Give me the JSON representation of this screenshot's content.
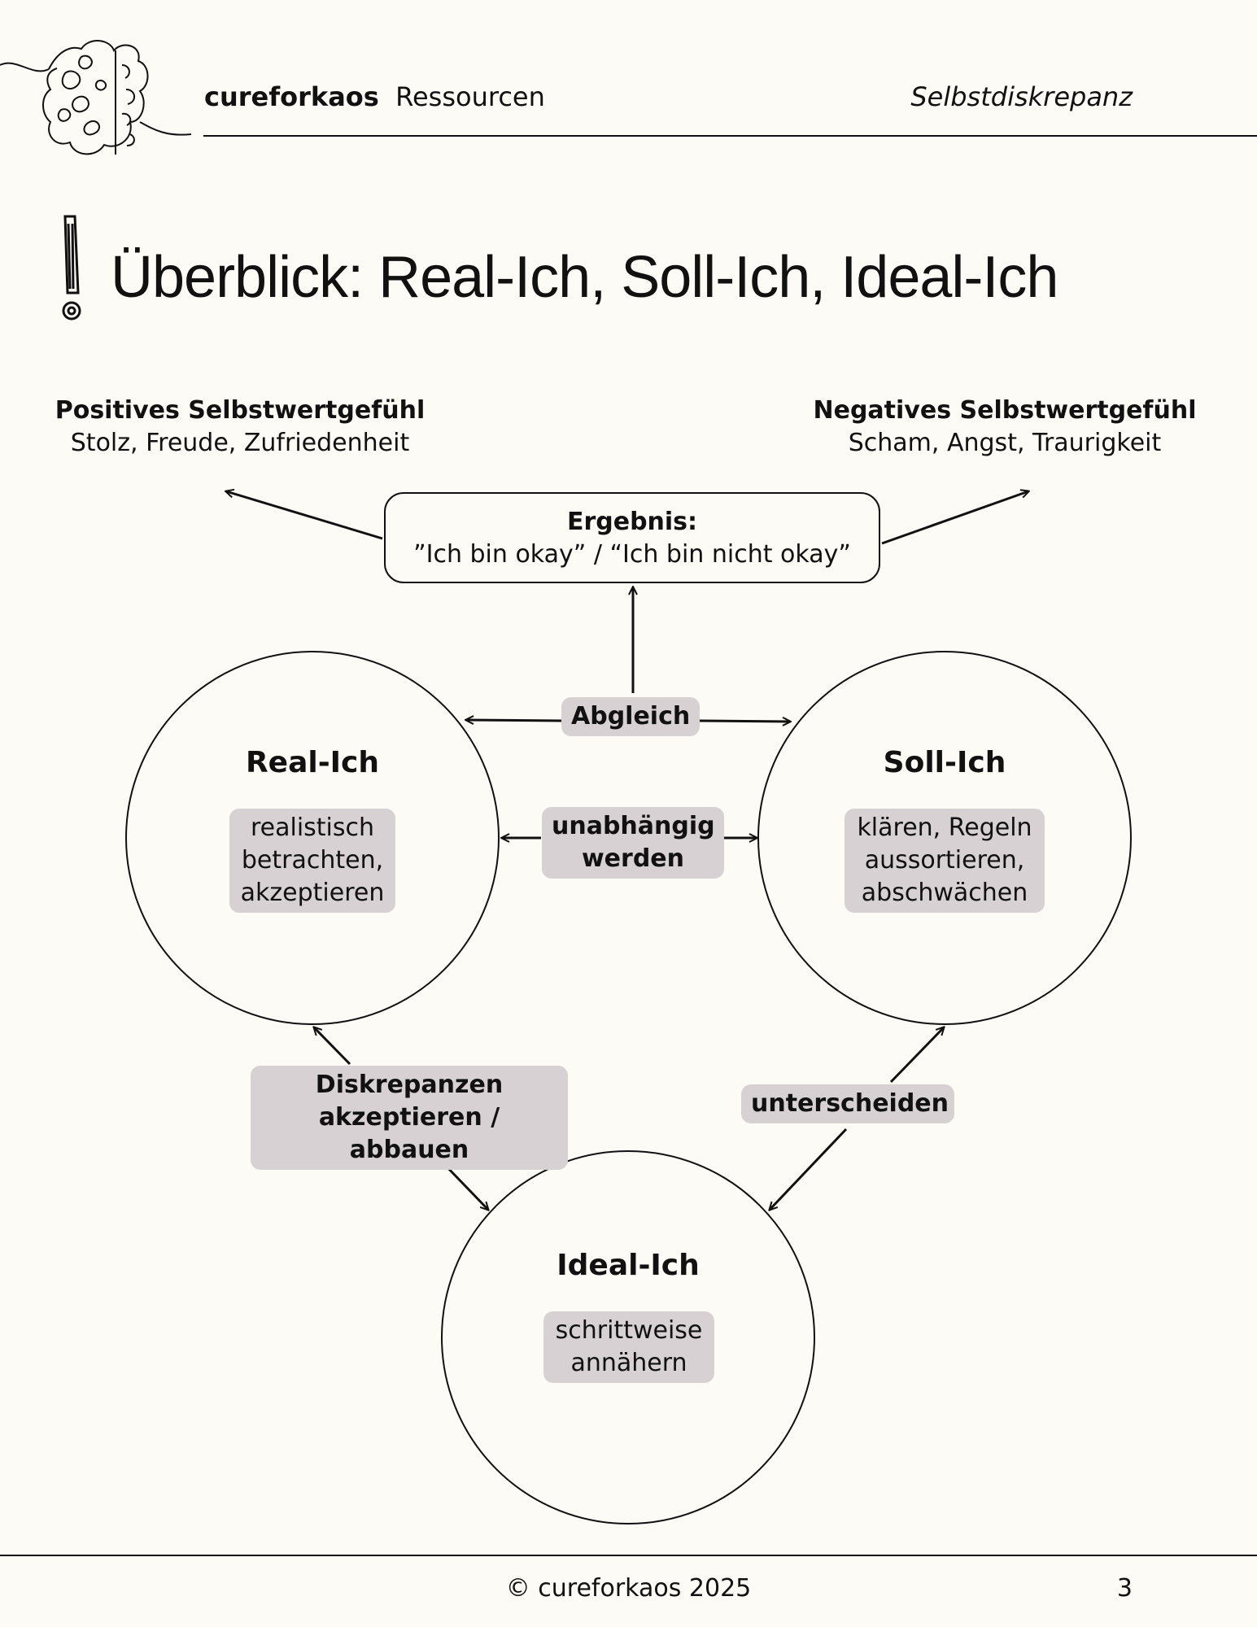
{
  "header": {
    "brand": "cureforkaos",
    "section": "Ressourcen",
    "topic": "Selbstdiskrepanz"
  },
  "title": "Überblick: Real-Ich, Soll-Ich, Ideal-Ich",
  "positive": {
    "heading": "Positives Selbstwertgefühl",
    "text": "Stolz, Freude, Zufriedenheit"
  },
  "negative": {
    "heading": "Negatives Selbstwertgefühl",
    "text": "Scham, Angst, Traurigkeit"
  },
  "result": {
    "heading": "Ergebnis:",
    "text": "”Ich bin okay” / “Ich bin nicht okay”"
  },
  "nodes": {
    "real": {
      "title": "Real-Ich",
      "lines": [
        "realistisch",
        "betrachten,",
        "akzeptieren"
      ]
    },
    "soll": {
      "title": "Soll-Ich",
      "lines": [
        "klären, Regeln",
        "aussortieren,",
        "abschwächen"
      ]
    },
    "ideal": {
      "title": "Ideal-Ich",
      "lines": [
        "schrittweise",
        "annähern"
      ]
    }
  },
  "edges": {
    "abgleich": "Abgleich",
    "unabhaengig": [
      "unabhängig",
      "werden"
    ],
    "diskrepanzen": [
      "Diskrepanzen",
      "akzeptieren / abbauen"
    ],
    "unterscheiden": "unterscheiden"
  },
  "footer": {
    "copyright": "© cureforkaos 2025",
    "page": "3"
  }
}
